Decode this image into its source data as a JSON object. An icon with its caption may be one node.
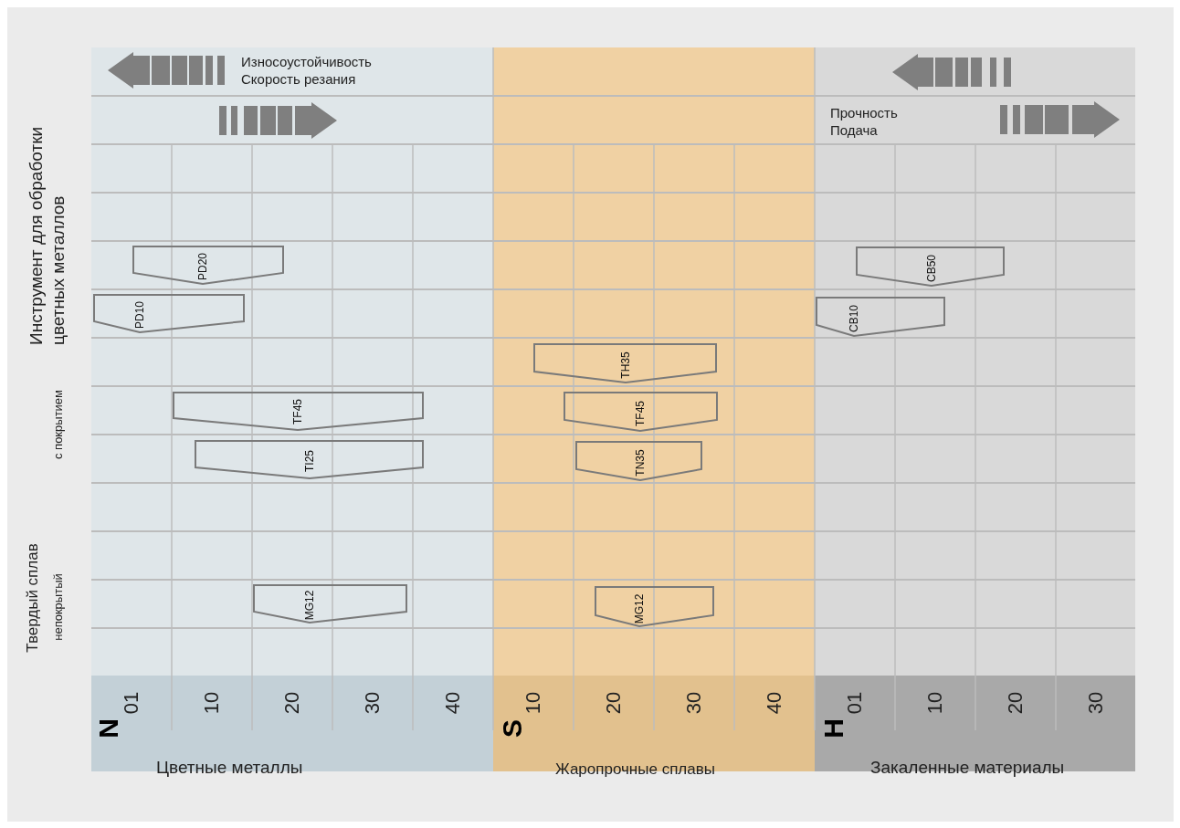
{
  "diagram": {
    "nodes": [
      {
        "text": [
          "PD20"
        ]
      },
      {
        "text": [
          "PD10"
        ]
      },
      {
        "text": [
          "TF45"
        ]
      },
      {
        "text": [
          "TI25"
        ]
      },
      {
        "text": [
          "MG12"
        ]
      },
      {
        "text": [
          "TH35"
        ]
      },
      {
        "text": [
          "TF45"
        ]
      },
      {
        "text": [
          "TN35"
        ]
      },
      {
        "text": [
          "MG12"
        ]
      },
      {
        "text": [
          "CB50"
        ]
      },
      {
        "text": [
          "CB10"
        ]
      }
    ],
    "edges": [],
    "labels": [
      "Инструмент для обработки цветных металлов",
      "с покрытием",
      "Твердый сплав",
      "непокрытый",
      "Износоустойчивость",
      "Скорость резания",
      "Прочность",
      "Подача",
      "01",
      "10",
      "20",
      "30",
      "40",
      "10",
      "20",
      "30",
      "40",
      "01",
      "10",
      "20",
      "30",
      "N",
      "Цветные металлы",
      "S",
      "Жаропрочные сплавы",
      "H",
      "Закаленные материалы"
    ]
  }
}
